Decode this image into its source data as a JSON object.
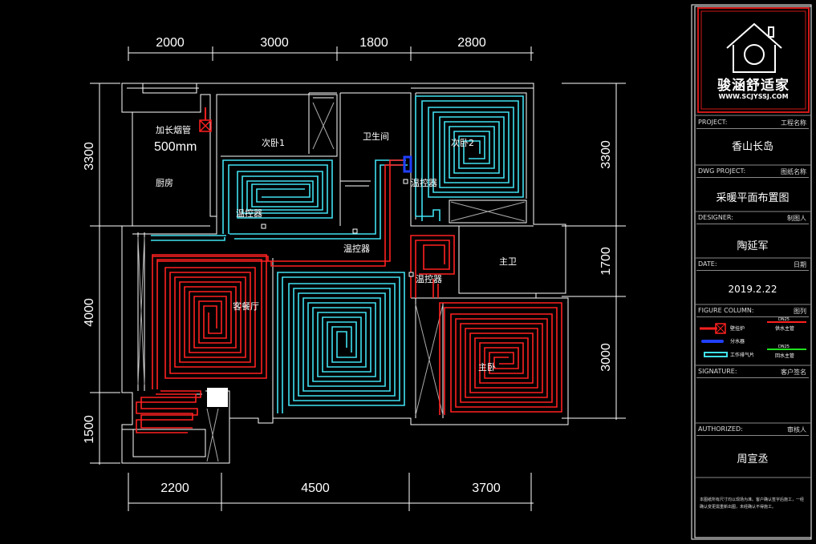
{
  "dims": {
    "top": [
      "2000",
      "3000",
      "1800",
      "2800"
    ],
    "bottom": [
      "2200",
      "4500",
      "3700"
    ],
    "left": [
      "3300",
      "4000",
      "1500"
    ],
    "right": [
      "3300",
      "1700",
      "3000"
    ]
  },
  "rooms": {
    "hood": "加长烟管",
    "hood_len": "500mm",
    "kitchen": "厨房",
    "bedroom1": "次卧1",
    "bathroom": "卫生间",
    "bedroom2": "次卧2",
    "living": "客餐厅",
    "master_bath": "主卫",
    "master": "主卧",
    "thermostat": "温控器"
  },
  "title_block": {
    "logo_text": "骏涵舒适家",
    "logo_url": "WWW.SCJYSSJ.COM",
    "project_label": "PROJECT:",
    "project_label_cn": "工程名称",
    "project_value": "香山长岛",
    "dwg_label": "DWG PROJECT:",
    "dwg_label_cn": "图纸名称",
    "dwg_value": "采暖平面布置图",
    "designer_label": "DESIGNER:",
    "designer_label_cn": "制图人",
    "designer_value": "陶延军",
    "date_label": "DATE:",
    "date_label_cn": "日期",
    "date_value": "2019.2.22",
    "figure_label": "FIGURE COLUMN:",
    "figure_label_cn": "图列",
    "legend_a": "壁挂炉",
    "legend_b": "分水器",
    "legend_c": "工作排气片",
    "legend_d": "DN25",
    "legend_d2": "供水主管",
    "legend_e": "DN25",
    "legend_e2": "回水主管",
    "signature_label": "SIGNATURE:",
    "signature_label_cn": "客户签名",
    "authorized_label": "AUTHORIZED:",
    "authorized_label_cn": "审核人",
    "authorized_value": "周宣丞",
    "note": "本图纸所有尺寸均以现场为准。客户确认签字后施工，一经确认变更需重新出图，未经确认不得施工。"
  },
  "colors": {
    "supply": "#ff2020",
    "return": "#40e0f0",
    "wall": "#ffffff",
    "manifold": "#2040ff"
  }
}
